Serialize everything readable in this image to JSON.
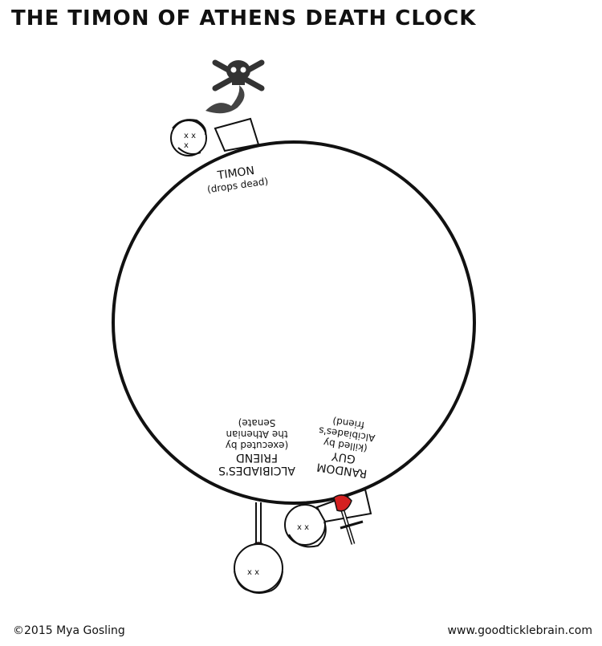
{
  "title": "THE TIMON OF ATHENS DEATH CLOCK",
  "labels": {
    "timon": {
      "name": "TIMON",
      "detail": "(drops dead)"
    },
    "alcibiades_friend": {
      "name_1": "ALCIBIADES'S",
      "name_2": "FRIEND",
      "detail_1": "(executed by",
      "detail_2": "the Athenian",
      "detail_3": "Senate)"
    },
    "random_guy": {
      "name_1": "RANDOM",
      "name_2": "GUY",
      "detail_1": "(killed by",
      "detail_2": "Alcibiades's",
      "detail_3": "friend)"
    }
  },
  "footer": {
    "copyright": "©2015 Mya Gosling",
    "website": "www.goodticklebrain.com"
  },
  "colors": {
    "ink": "#111111",
    "blood": "#d42020",
    "skull": "#333333"
  }
}
